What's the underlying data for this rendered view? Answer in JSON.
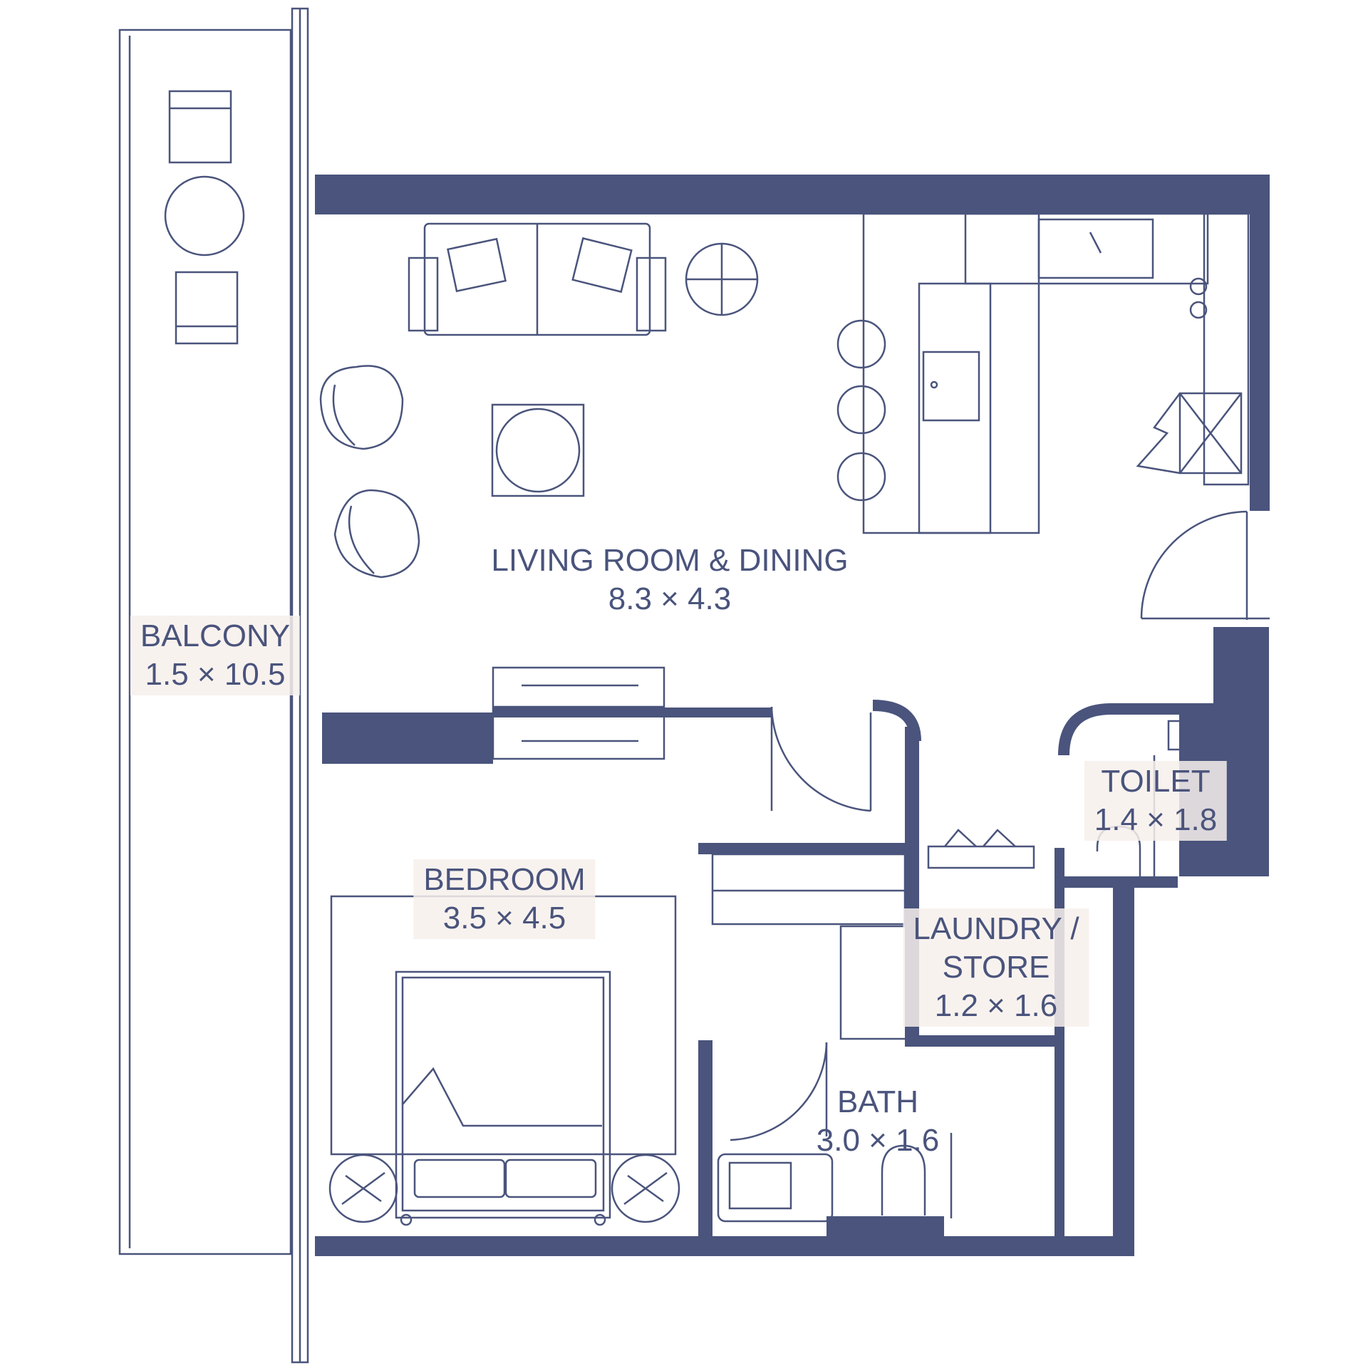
{
  "colors": {
    "wall": "#4a547c",
    "line": "#4a547c",
    "label_bg": "#f7f0ec",
    "background": "#ffffff"
  },
  "rooms": {
    "living": {
      "name": "LIVING ROOM & DINING",
      "size": "8.3 × 4.3"
    },
    "balcony": {
      "name": "BALCONY",
      "size": "1.5 × 10.5"
    },
    "bedroom": {
      "name": "BEDROOM",
      "size": "3.5 × 4.5"
    },
    "toilet": {
      "name": "TOILET",
      "size": "1.4 × 1.8"
    },
    "laundry": {
      "name": "LAUNDRY /",
      "name2": "STORE",
      "size": "1.2 × 1.6"
    },
    "bath": {
      "name": "BATH",
      "size": "3.0 × 1.6"
    }
  }
}
